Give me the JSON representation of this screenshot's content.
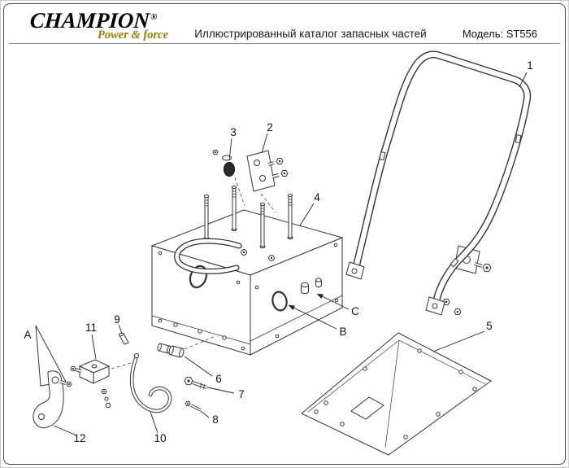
{
  "header": {
    "logo": "CHAMPION",
    "logo_reg": "®",
    "tagline": "Power & force",
    "title": "Иллюстрированный каталог запасных частей",
    "model": "Модель: ST556"
  },
  "diagram": {
    "part_labels": [
      "1",
      "2",
      "3",
      "4",
      "5",
      "6",
      "7",
      "8",
      "9",
      "10",
      "11",
      "12"
    ],
    "ref_labels": [
      "A",
      "B",
      "C"
    ]
  }
}
